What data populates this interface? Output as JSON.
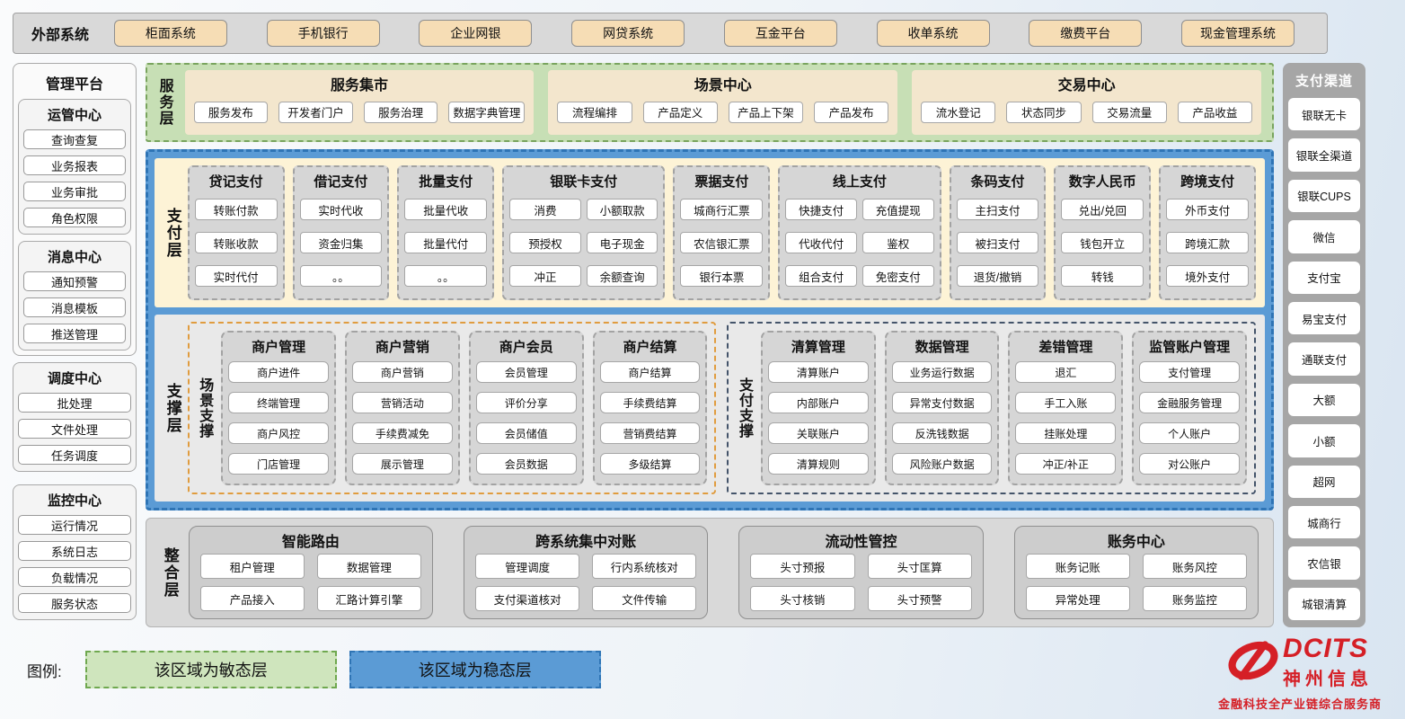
{
  "external_systems": {
    "label": "外部系统",
    "items": [
      "柜面系统",
      "手机银行",
      "企业网银",
      "网贷系统",
      "互金平台",
      "收单系统",
      "缴费平台",
      "现金管理系统"
    ]
  },
  "management": {
    "title": "管理平台",
    "sections": [
      {
        "title": "运管中心",
        "items": [
          "查询查复",
          "业务报表",
          "业务审批",
          "角色权限"
        ]
      },
      {
        "title": "消息中心",
        "items": [
          "通知预警",
          "消息模板",
          "推送管理"
        ]
      },
      {
        "title": "调度中心",
        "items": [
          "批处理",
          "文件处理",
          "任务调度"
        ]
      },
      {
        "title": "监控中心",
        "items": [
          "运行情况",
          "系统日志",
          "负载情况",
          "服务状态"
        ]
      }
    ]
  },
  "service_layer": {
    "label": "服务层",
    "groups": [
      {
        "title": "服务集市",
        "items": [
          "服务发布",
          "开发者门户",
          "服务治理",
          "数据字典管理"
        ]
      },
      {
        "title": "场景中心",
        "items": [
          "流程编排",
          "产品定义",
          "产品上下架",
          "产品发布"
        ]
      },
      {
        "title": "交易中心",
        "items": [
          "流水登记",
          "状态同步",
          "交易流量",
          "产品收益"
        ]
      }
    ]
  },
  "payment_layer": {
    "label": "支付层",
    "columns": [
      {
        "title": "贷记支付",
        "cols": 1,
        "items": [
          "转账付款",
          "转账收款",
          "实时代付"
        ]
      },
      {
        "title": "借记支付",
        "cols": 1,
        "items": [
          "实时代收",
          "资金归集",
          "。。"
        ]
      },
      {
        "title": "批量支付",
        "cols": 1,
        "items": [
          "批量代收",
          "批量代付",
          "。。"
        ]
      },
      {
        "title": "银联卡支付",
        "cols": 2,
        "items": [
          "消费",
          "小额取款",
          "预授权",
          "电子现金",
          "冲正",
          "余额查询"
        ]
      },
      {
        "title": "票据支付",
        "cols": 1,
        "items": [
          "城商行汇票",
          "农信银汇票",
          "银行本票"
        ]
      },
      {
        "title": "线上支付",
        "cols": 2,
        "items": [
          "快捷支付",
          "充值提现",
          "代收代付",
          "鉴权",
          "组合支付",
          "免密支付"
        ]
      },
      {
        "title": "条码支付",
        "cols": 1,
        "items": [
          "主扫支付",
          "被扫支付",
          "退货/撤销"
        ]
      },
      {
        "title": "数字人民币",
        "cols": 1,
        "items": [
          "兑出/兑回",
          "钱包开立",
          "转钱"
        ]
      },
      {
        "title": "跨境支付",
        "cols": 1,
        "items": [
          "外币支付",
          "跨境汇款",
          "境外支付"
        ]
      }
    ]
  },
  "support_layer": {
    "label": "支撑层",
    "groups": [
      {
        "label": "场景支撑",
        "columns": [
          {
            "title": "商户管理",
            "items": [
              "商户进件",
              "终端管理",
              "商户风控",
              "门店管理"
            ]
          },
          {
            "title": "商户营销",
            "items": [
              "商户营销",
              "营销活动",
              "手续费减免",
              "展示管理"
            ]
          },
          {
            "title": "商户会员",
            "items": [
              "会员管理",
              "评价分享",
              "会员储值",
              "会员数据"
            ]
          },
          {
            "title": "商户结算",
            "items": [
              "商户结算",
              "手续费结算",
              "营销费结算",
              "多级结算"
            ]
          }
        ]
      },
      {
        "label": "支付支撑",
        "columns": [
          {
            "title": "清算管理",
            "items": [
              "清算账户",
              "内部账户",
              "关联账户",
              "清算规则"
            ]
          },
          {
            "title": "数据管理",
            "items": [
              "业务运行数据",
              "异常支付数据",
              "反洗钱数据",
              "风险账户数据"
            ]
          },
          {
            "title": "差错管理",
            "items": [
              "退汇",
              "手工入账",
              "挂账处理",
              "冲正/补正"
            ]
          },
          {
            "title": "监管账户管理",
            "items": [
              "支付管理",
              "金融服务管理",
              "个人账户",
              "对公账户"
            ]
          }
        ]
      }
    ]
  },
  "integration_layer": {
    "label": "整合层",
    "groups": [
      {
        "title": "智能路由",
        "items": [
          "租户管理",
          "数据管理",
          "产品接入",
          "汇路计算引擎"
        ]
      },
      {
        "title": "跨系统集中对账",
        "items": [
          "管理调度",
          "行内系统核对",
          "支付渠道核对",
          "文件传输"
        ]
      },
      {
        "title": "流动性管控",
        "items": [
          "头寸预报",
          "头寸匡算",
          "头寸核销",
          "头寸预警"
        ]
      },
      {
        "title": "账务中心",
        "items": [
          "账务记账",
          "账务风控",
          "异常处理",
          "账务监控"
        ]
      }
    ]
  },
  "channels": {
    "title": "支付渠道",
    "items": [
      "银联无卡",
      "银联全渠道",
      "银联CUPS",
      "微信",
      "支付宝",
      "易宝支付",
      "通联支付",
      "大额",
      "小额",
      "超网",
      "城商行",
      "农信银",
      "城银清算"
    ]
  },
  "legend": {
    "label": "图例:",
    "agile": "该区域为敏态层",
    "stable": "该区域为稳态层"
  },
  "logo": {
    "name": "DCITS",
    "company": "神州信息",
    "tagline": "金融科技全产业链综合服务商"
  },
  "colors": {
    "agile_green": "#c7dfb5",
    "stable_blue": "#5b9bd5",
    "payment_cream": "#fdf3d6",
    "scene_orange": "#e09c3f",
    "pay_support_navy": "#44546a",
    "brand_red": "#d51f26"
  }
}
